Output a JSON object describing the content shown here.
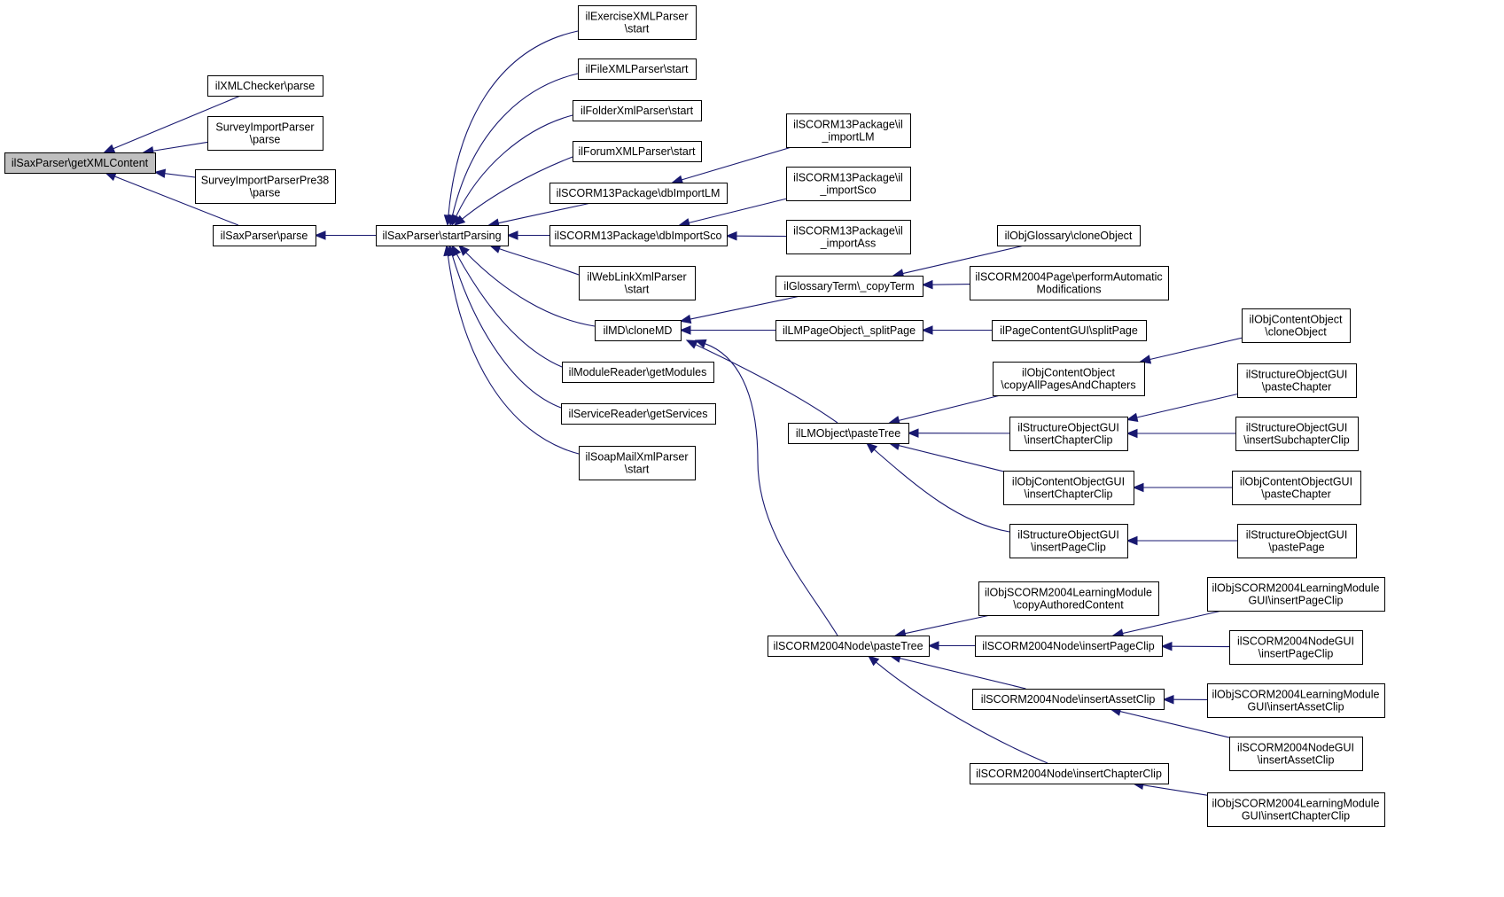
{
  "graph": {
    "root": "n0",
    "nodes": [
      {
        "id": "n0",
        "lines": [
          "ilSaxParser\\getXMLContent"
        ],
        "root": true
      },
      {
        "id": "n1",
        "lines": [
          "ilXMLChecker\\parse"
        ]
      },
      {
        "id": "n2",
        "lines": [
          "SurveyImportParser",
          "\\parse"
        ]
      },
      {
        "id": "n3",
        "lines": [
          "SurveyImportParserPre38",
          "\\parse"
        ]
      },
      {
        "id": "n4",
        "lines": [
          "ilSaxParser\\parse"
        ]
      },
      {
        "id": "n5",
        "lines": [
          "ilSaxParser\\startParsing"
        ]
      },
      {
        "id": "n6",
        "lines": [
          "ilExerciseXMLParser",
          "\\start"
        ]
      },
      {
        "id": "n7",
        "lines": [
          "ilFileXMLParser\\start"
        ]
      },
      {
        "id": "n8",
        "lines": [
          "ilFolderXmlParser\\start"
        ]
      },
      {
        "id": "n9",
        "lines": [
          "ilForumXMLParser\\start"
        ]
      },
      {
        "id": "n10",
        "lines": [
          "ilSCORM13Package\\dbImportLM"
        ]
      },
      {
        "id": "n11",
        "lines": [
          "ilSCORM13Package\\dbImportSco"
        ]
      },
      {
        "id": "n12",
        "lines": [
          "ilWebLinkXmlParser",
          "\\start"
        ]
      },
      {
        "id": "n13",
        "lines": [
          "ilMD\\cloneMD"
        ]
      },
      {
        "id": "n14",
        "lines": [
          "ilModuleReader\\getModules"
        ]
      },
      {
        "id": "n15",
        "lines": [
          "ilServiceReader\\getServices"
        ]
      },
      {
        "id": "n16",
        "lines": [
          "ilSoapMailXmlParser",
          "\\start"
        ]
      },
      {
        "id": "n17",
        "lines": [
          "ilSCORM13Package\\il",
          "_importLM"
        ]
      },
      {
        "id": "n18",
        "lines": [
          "ilSCORM13Package\\il",
          "_importSco"
        ]
      },
      {
        "id": "n19",
        "lines": [
          "ilSCORM13Package\\il",
          "_importAss"
        ]
      },
      {
        "id": "n20",
        "lines": [
          "ilGlossaryTerm\\_copyTerm"
        ]
      },
      {
        "id": "n21",
        "lines": [
          "ilLMPageObject\\_splitPage"
        ]
      },
      {
        "id": "n22",
        "lines": [
          "ilLMObject\\pasteTree"
        ]
      },
      {
        "id": "n23",
        "lines": [
          "ilSCORM2004Node\\pasteTree"
        ]
      },
      {
        "id": "n24",
        "lines": [
          "ilObjGlossary\\cloneObject"
        ]
      },
      {
        "id": "n25",
        "lines": [
          "ilSCORM2004Page\\performAutomatic",
          "Modifications"
        ]
      },
      {
        "id": "n26",
        "lines": [
          "ilPageContentGUI\\splitPage"
        ]
      },
      {
        "id": "n27",
        "lines": [
          "ilObjContentObject",
          "\\copyAllPagesAndChapters"
        ]
      },
      {
        "id": "n28",
        "lines": [
          "ilStructureObjectGUI",
          "\\insertChapterClip"
        ]
      },
      {
        "id": "n29",
        "lines": [
          "ilObjContentObjectGUI",
          "\\insertChapterClip"
        ]
      },
      {
        "id": "n30",
        "lines": [
          "ilStructureObjectGUI",
          "\\insertPageClip"
        ]
      },
      {
        "id": "n31",
        "lines": [
          "ilObjContentObject",
          "\\cloneObject"
        ]
      },
      {
        "id": "n32",
        "lines": [
          "ilStructureObjectGUI",
          "\\pasteChapter"
        ]
      },
      {
        "id": "n33",
        "lines": [
          "ilStructureObjectGUI",
          "\\insertSubchapterClip"
        ]
      },
      {
        "id": "n34",
        "lines": [
          "ilObjContentObjectGUI",
          "\\pasteChapter"
        ]
      },
      {
        "id": "n35",
        "lines": [
          "ilStructureObjectGUI",
          "\\pastePage"
        ]
      },
      {
        "id": "n36",
        "lines": [
          "ilObjSCORM2004LearningModule",
          "\\copyAuthoredContent"
        ]
      },
      {
        "id": "n37",
        "lines": [
          "ilSCORM2004Node\\insertPageClip"
        ]
      },
      {
        "id": "n38",
        "lines": [
          "ilSCORM2004Node\\insertAssetClip"
        ]
      },
      {
        "id": "n39",
        "lines": [
          "ilSCORM2004Node\\insertChapterClip"
        ]
      },
      {
        "id": "n40",
        "lines": [
          "ilObjSCORM2004LearningModule",
          "GUI\\insertPageClip"
        ]
      },
      {
        "id": "n41",
        "lines": [
          "ilSCORM2004NodeGUI",
          "\\insertPageClip"
        ]
      },
      {
        "id": "n42",
        "lines": [
          "ilObjSCORM2004LearningModule",
          "GUI\\insertAssetClip"
        ]
      },
      {
        "id": "n43",
        "lines": [
          "ilSCORM2004NodeGUI",
          "\\insertAssetClip"
        ]
      },
      {
        "id": "n44",
        "lines": [
          "ilObjSCORM2004LearningModule",
          "GUI\\insertChapterClip"
        ]
      }
    ],
    "edges": [
      {
        "from": "n0",
        "to": "n1"
      },
      {
        "from": "n0",
        "to": "n2"
      },
      {
        "from": "n0",
        "to": "n3"
      },
      {
        "from": "n0",
        "to": "n4"
      },
      {
        "from": "n4",
        "to": "n5"
      },
      {
        "from": "n5",
        "to": "n6"
      },
      {
        "from": "n5",
        "to": "n7"
      },
      {
        "from": "n5",
        "to": "n8"
      },
      {
        "from": "n5",
        "to": "n9"
      },
      {
        "from": "n5",
        "to": "n10"
      },
      {
        "from": "n5",
        "to": "n11"
      },
      {
        "from": "n5",
        "to": "n12"
      },
      {
        "from": "n5",
        "to": "n13"
      },
      {
        "from": "n5",
        "to": "n14"
      },
      {
        "from": "n5",
        "to": "n15"
      },
      {
        "from": "n5",
        "to": "n16"
      },
      {
        "from": "n10",
        "to": "n17"
      },
      {
        "from": "n11",
        "to": "n18"
      },
      {
        "from": "n11",
        "to": "n19"
      },
      {
        "from": "n13",
        "to": "n20"
      },
      {
        "from": "n13",
        "to": "n21"
      },
      {
        "from": "n13",
        "to": "n22"
      },
      {
        "from": "n13",
        "to": "n23"
      },
      {
        "from": "n20",
        "to": "n24"
      },
      {
        "from": "n20",
        "to": "n25"
      },
      {
        "from": "n21",
        "to": "n26"
      },
      {
        "from": "n22",
        "to": "n27"
      },
      {
        "from": "n22",
        "to": "n28"
      },
      {
        "from": "n22",
        "to": "n29"
      },
      {
        "from": "n22",
        "to": "n30"
      },
      {
        "from": "n27",
        "to": "n31"
      },
      {
        "from": "n28",
        "to": "n32"
      },
      {
        "from": "n28",
        "to": "n33"
      },
      {
        "from": "n29",
        "to": "n34"
      },
      {
        "from": "n30",
        "to": "n35"
      },
      {
        "from": "n23",
        "to": "n36"
      },
      {
        "from": "n23",
        "to": "n37"
      },
      {
        "from": "n23",
        "to": "n38"
      },
      {
        "from": "n23",
        "to": "n39"
      },
      {
        "from": "n37",
        "to": "n40"
      },
      {
        "from": "n37",
        "to": "n41"
      },
      {
        "from": "n38",
        "to": "n42"
      },
      {
        "from": "n38",
        "to": "n43"
      },
      {
        "from": "n39",
        "to": "n44"
      }
    ]
  }
}
